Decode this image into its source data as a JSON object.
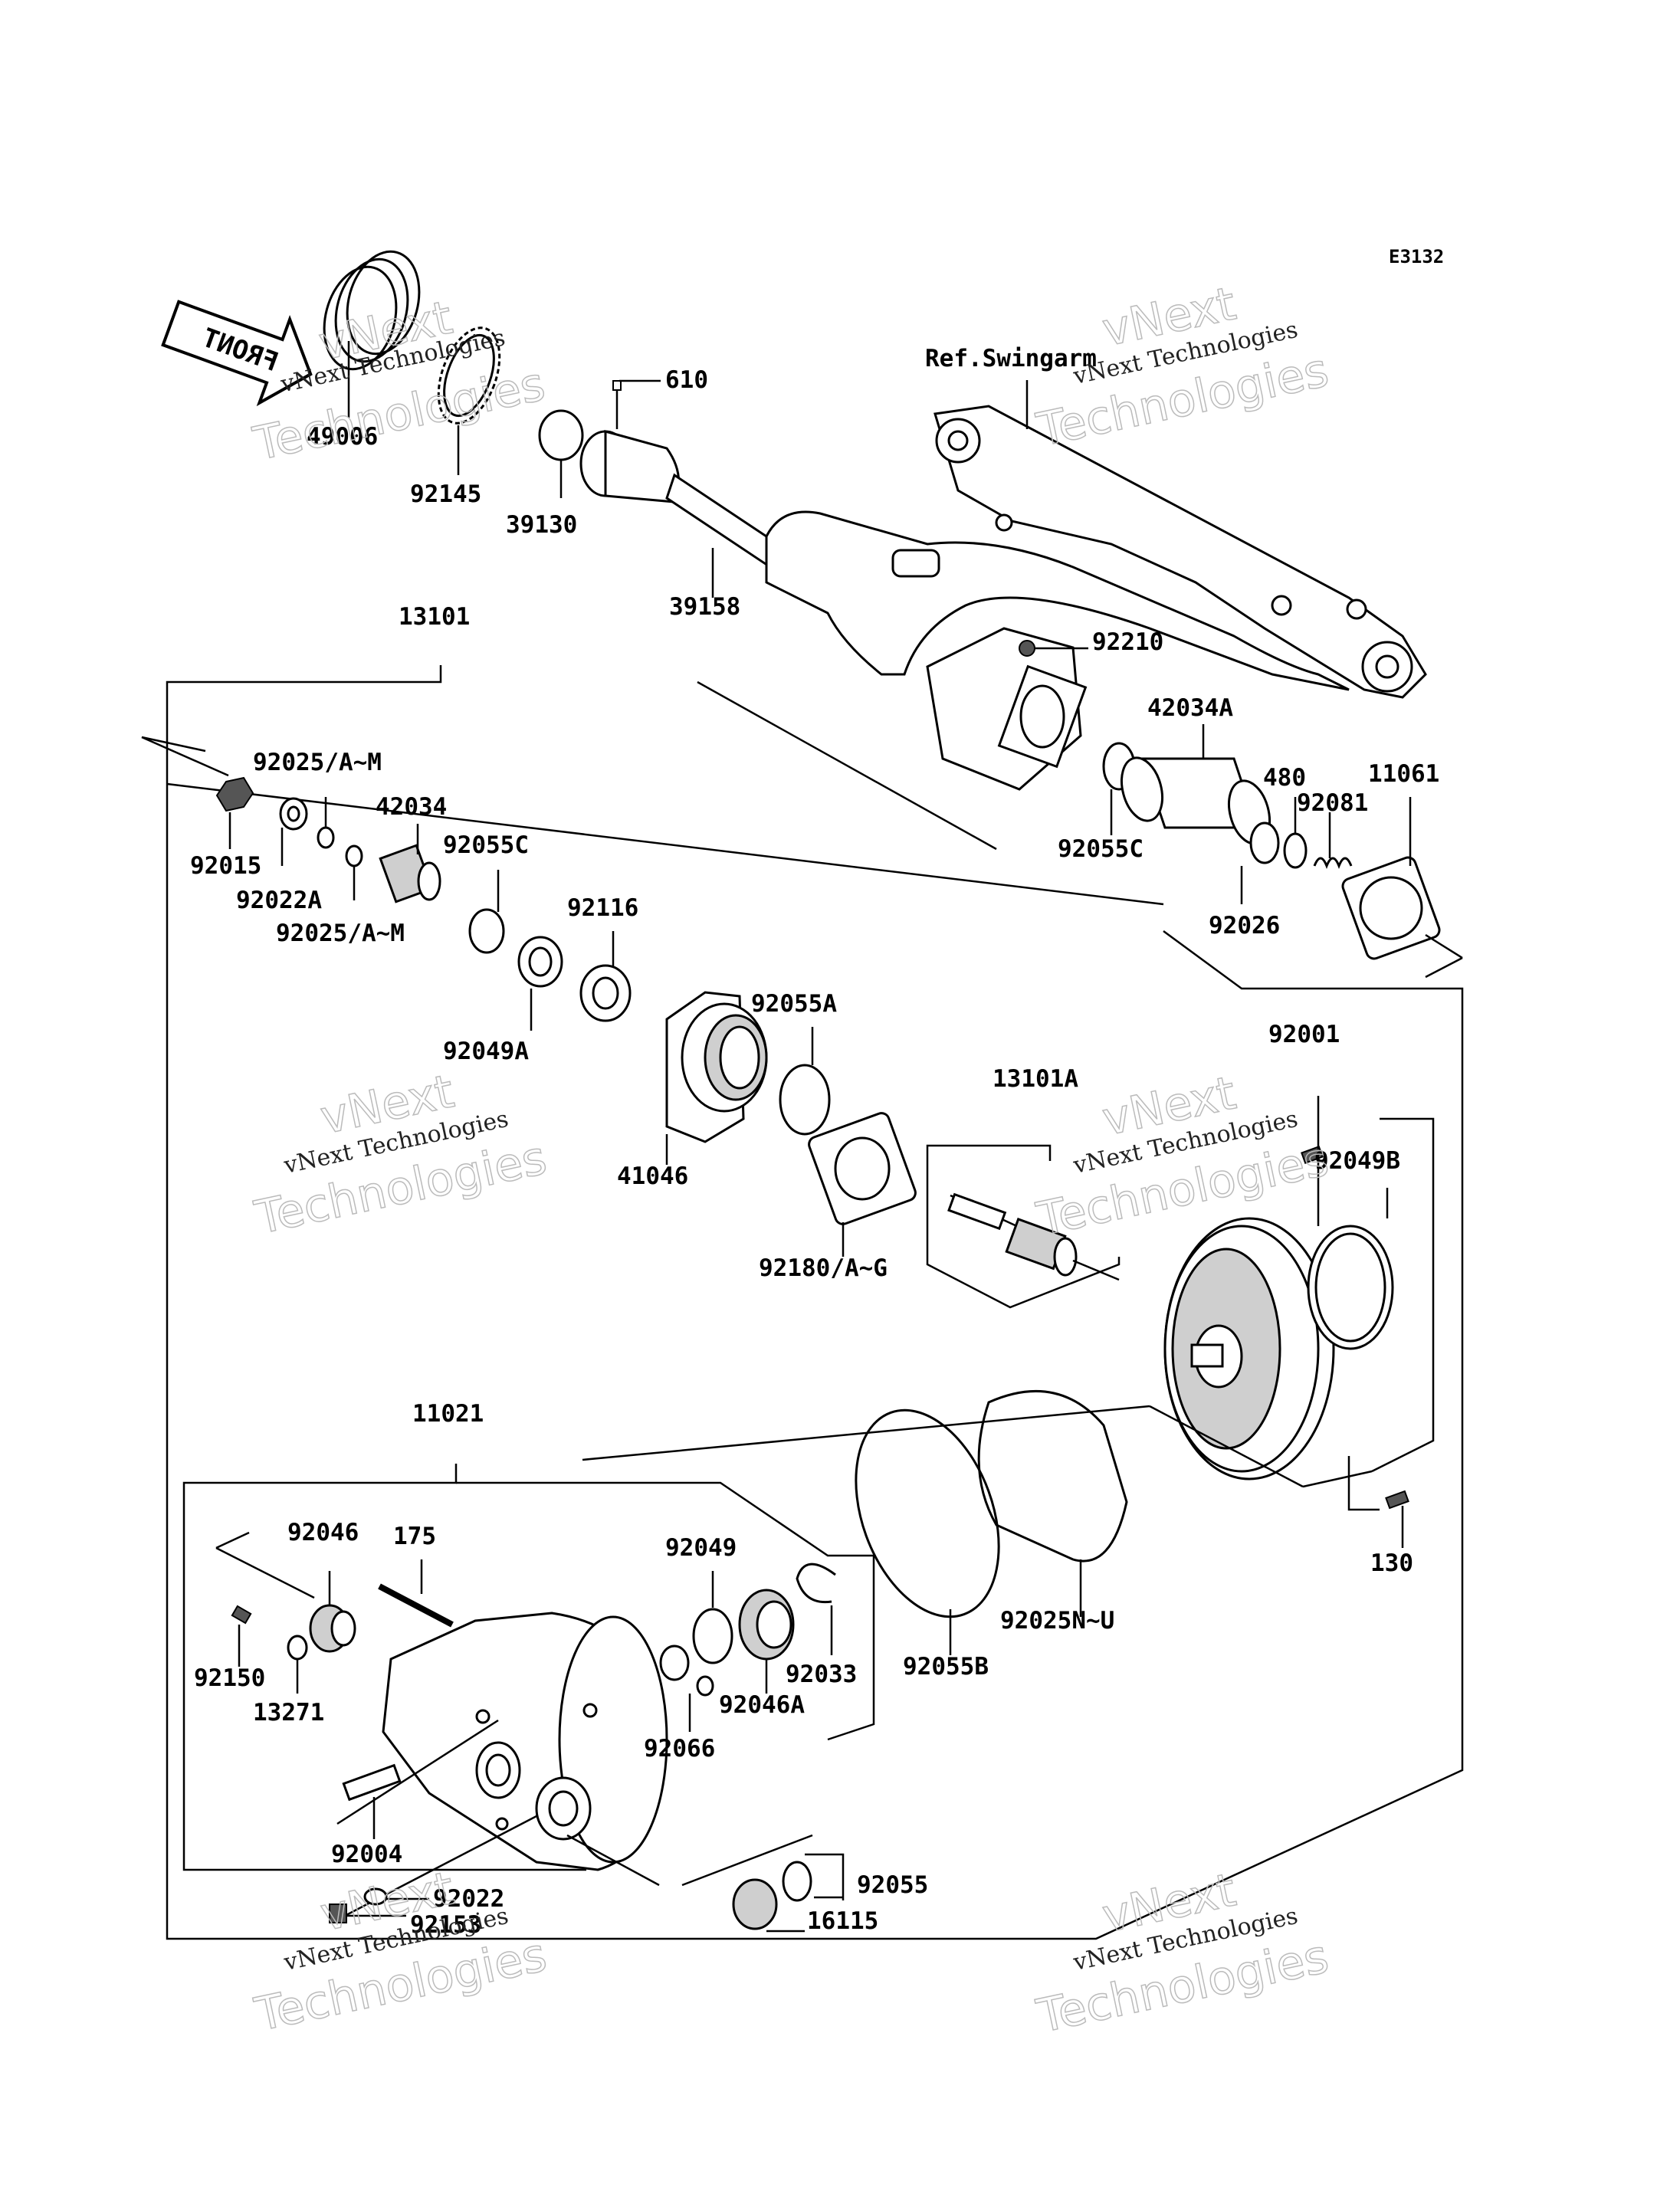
{
  "diagram_code": "E3132",
  "front_label": "FRONT",
  "reference_label": "Ref.Swingarm",
  "watermark": {
    "line1": "vNext Technologies",
    "line2": "vNext",
    "line3": "Technologies"
  },
  "part_labels": {
    "p49006": "49006",
    "p92145": "92145",
    "p39130": "39130",
    "p610": "610",
    "p39158": "39158",
    "p92210": "92210",
    "p13101": "13101",
    "p42034A": "42034A",
    "p92025AM_a": "92025/A~M",
    "p42034": "42034",
    "p92055C_a": "92055C",
    "p92015": "92015",
    "p92022A": "92022A",
    "p92025AM_b": "92025/A~M",
    "p92055C_b": "92055C",
    "p480": "480",
    "p92081": "92081",
    "p11061": "11061",
    "p92026": "92026",
    "p92116": "92116",
    "p92049A": "92049A",
    "p92055A": "92055A",
    "p41046": "41046",
    "p92180": "92180/A~G",
    "p13101A": "13101A",
    "p92001": "92001",
    "p92049B": "92049B",
    "p11021": "11021",
    "p92046": "92046",
    "p175": "175",
    "p92049": "92049",
    "p92150": "92150",
    "p13271": "13271",
    "p92033": "92033",
    "p92046A": "92046A",
    "p92066": "92066",
    "p92055B": "92055B",
    "p92025NU": "92025N~U",
    "p130": "130",
    "p92004": "92004",
    "p92055": "92055",
    "p92022": "92022",
    "p92153": "92153",
    "p16115": "16115"
  }
}
